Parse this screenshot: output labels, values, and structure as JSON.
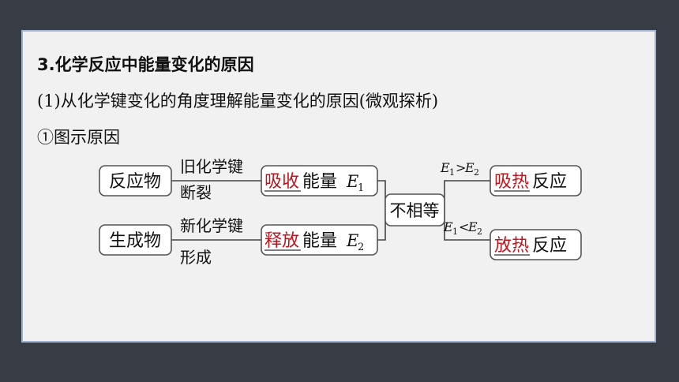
{
  "heading": "3.化学反应中能量变化的原因",
  "subheading": "(1)从化学键变化的角度理解能量变化的原因(微观探析)",
  "figure_label": "①图示原因",
  "diagram": {
    "reactant": "反应物",
    "product": "生成物",
    "break_top": "旧化学键",
    "break_bottom": "断裂",
    "form_top": "新化学键",
    "form_bottom": "形成",
    "absorb": "吸收",
    "release": "释放",
    "energy": "能量",
    "e_symbol": "E",
    "sub1": "1",
    "sub2": "2",
    "not_equal": "不相等",
    "cond_gt_op": ">",
    "cond_lt_op": "<",
    "endo_fill": "吸热",
    "exo_fill": "放热",
    "reaction": "反应",
    "fill_color": "#c0141c"
  }
}
